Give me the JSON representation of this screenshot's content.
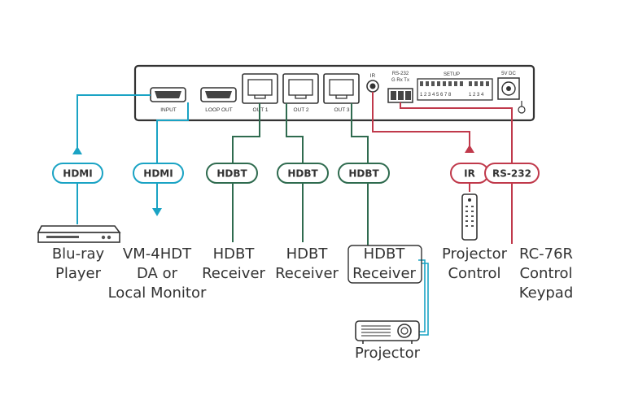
{
  "colors": {
    "hdmi": "#1aa3c4",
    "hdbt": "#2f6b4f",
    "control": "#c0394b",
    "panel": "#333333"
  },
  "panel": {
    "input_label": "INPUT",
    "loop_out_label": "LOOP OUT",
    "out1_label": "OUT 1",
    "out2_label": "OUT 2",
    "out3_label": "OUT 3",
    "ir_label": "IR",
    "rs232_label": "RS-232",
    "rs232_pins": "G  Rx  Tx",
    "setup_label": "SETUP",
    "setup_numbers_a": "1 2 3 4 5 6 7 8",
    "setup_numbers_b": "1 2 3 4",
    "power_label": "5V DC"
  },
  "tags": {
    "hdmi_in": "HDMI",
    "hdmi_out": "HDMI",
    "hdbt_1": "HDBT",
    "hdbt_2": "HDBT",
    "hdbt_3": "HDBT",
    "ir": "IR",
    "rs232": "RS-232"
  },
  "devices": {
    "bluray": [
      "Blu-ray",
      "Player"
    ],
    "monitor": [
      "VM-4HDT",
      "DA or",
      "Local Monitor"
    ],
    "receiver1": [
      "HDBT",
      "Receiver"
    ],
    "receiver2": [
      "HDBT",
      "Receiver"
    ],
    "receiver3": [
      "HDBT",
      "Receiver"
    ],
    "projector_control": [
      "Projector",
      "Control"
    ],
    "keypad": [
      "RC-76R",
      "Control",
      "Keypad"
    ],
    "projector": [
      "Projector"
    ]
  }
}
